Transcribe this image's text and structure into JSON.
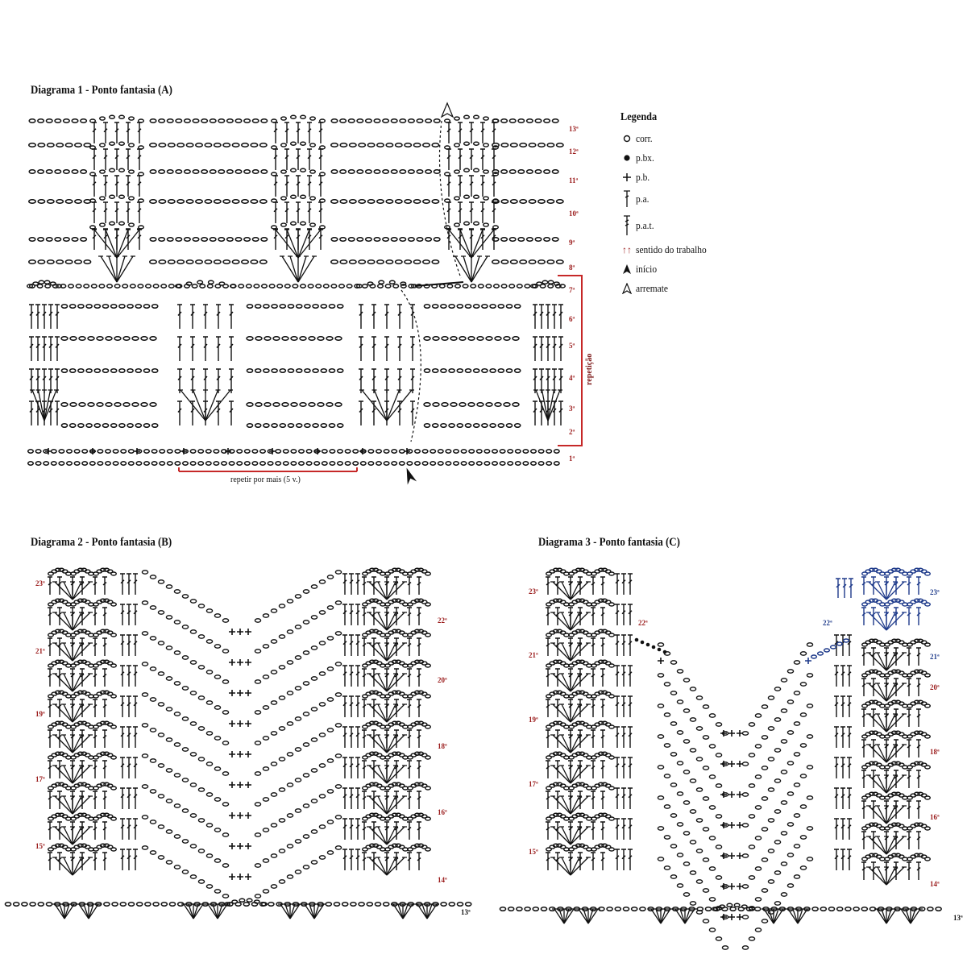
{
  "diagram1": {
    "title": "Diagrama 1 - Ponto fantasia (A)",
    "rows": [
      "1ª",
      "2ª",
      "3ª",
      "4ª",
      "5ª",
      "6ª",
      "7ª",
      "8ª",
      "9ª",
      "10ª",
      "11ª",
      "12ª",
      "13ª"
    ],
    "repeat_label": "repetir por mais  (5 v.)",
    "repeat_vertical": "repetição"
  },
  "legend": {
    "title": "Legenda",
    "items": [
      {
        "icon": "chain-circle-icon",
        "label": "corr."
      },
      {
        "icon": "slip-stitch-dot-icon",
        "label": "p.bx."
      },
      {
        "icon": "single-crochet-plus-icon",
        "label": "p.b."
      },
      {
        "icon": "double-crochet-icon",
        "label": "p.a."
      },
      {
        "icon": "treble-crochet-icon",
        "label": "p.a.t."
      },
      {
        "icon": "work-direction-arrows-icon",
        "label": "sentido do trabalho"
      },
      {
        "icon": "start-arrow-icon",
        "label": "início"
      },
      {
        "icon": "fasten-off-arrow-icon",
        "label": "arremate"
      }
    ]
  },
  "diagram2": {
    "title": "Diagrama 2 - Ponto fantasia (B)",
    "rows_left": [
      "23ª",
      "21ª",
      "19ª",
      "17ª",
      "15ª"
    ],
    "rows_right": [
      "22ª",
      "20ª",
      "18ª",
      "16ª",
      "14ª"
    ],
    "base_row": "13ª"
  },
  "diagram3": {
    "title": "Diagrama 3 - Ponto fantasia (C)",
    "rows_left": [
      "23ª",
      "21ª",
      "19ª",
      "17ª",
      "15ª"
    ],
    "rows_right": [
      "20ª",
      "18ª",
      "16ª",
      "14ª"
    ],
    "row_22_left": "22ª",
    "rows_blue": [
      "23ª",
      "22ª",
      "21ª"
    ],
    "base_row": "13ª"
  },
  "colors": {
    "ink": "#111111",
    "accent_red": "#c62828",
    "label_red": "#9a1b1b",
    "blue": "#1e3a8a"
  }
}
